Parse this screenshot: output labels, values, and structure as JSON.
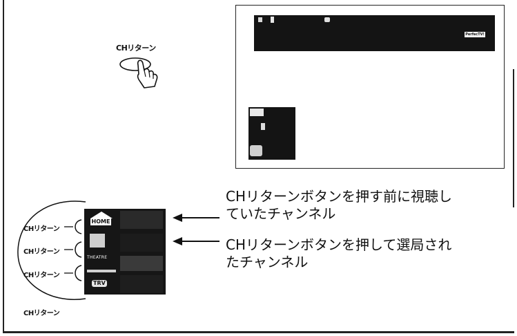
{
  "remote": {
    "button_label": "CHリターン"
  },
  "tv_screen": {
    "topbar_logo": "PerfecTV!"
  },
  "channel_panel": {
    "home_label": "HOME",
    "theatre_label": "THEATRE",
    "trv_label": "TRV",
    "loop_labels": [
      "CHリターン",
      "CHリターン",
      "CHリターン"
    ],
    "bottom_label": "CHリターン"
  },
  "callouts": {
    "previous": {
      "line1": "CHリターンボタンを押す前に視聴し",
      "line2": "ていたチャンネル"
    },
    "selected": {
      "line1": "CHリターンボタンを押して選局され",
      "line2": "たチャンネル"
    }
  }
}
